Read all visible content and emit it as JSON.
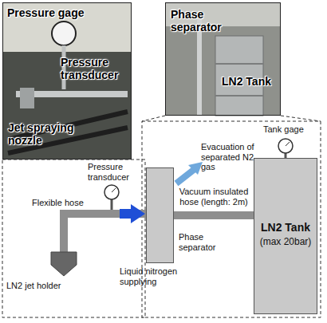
{
  "diagram": {
    "nodes": [
      {
        "text": [
          "Pressure gage",
          "Pressure transducer",
          "Jet spraying nozzle"
        ]
      },
      {
        "text": [
          "Phase separator",
          "LN2 Tank"
        ]
      },
      {
        "text": [
          "Phase separator"
        ]
      },
      {
        "text": [
          "LN2 Tank",
          "(max 20bar)"
        ]
      }
    ],
    "edges": [
      {
        "from": 2,
        "to": 3,
        "label": "Vacuum insulated hose (length: 2m)",
        "arrow": "none"
      }
    ],
    "labels": [
      "Evacuation of separated N2 gas",
      "Tank gage",
      "Pressure transducer",
      "Flexible hose",
      "Liquid nitrogen supplying",
      "LN2 jet holder"
    ]
  }
}
